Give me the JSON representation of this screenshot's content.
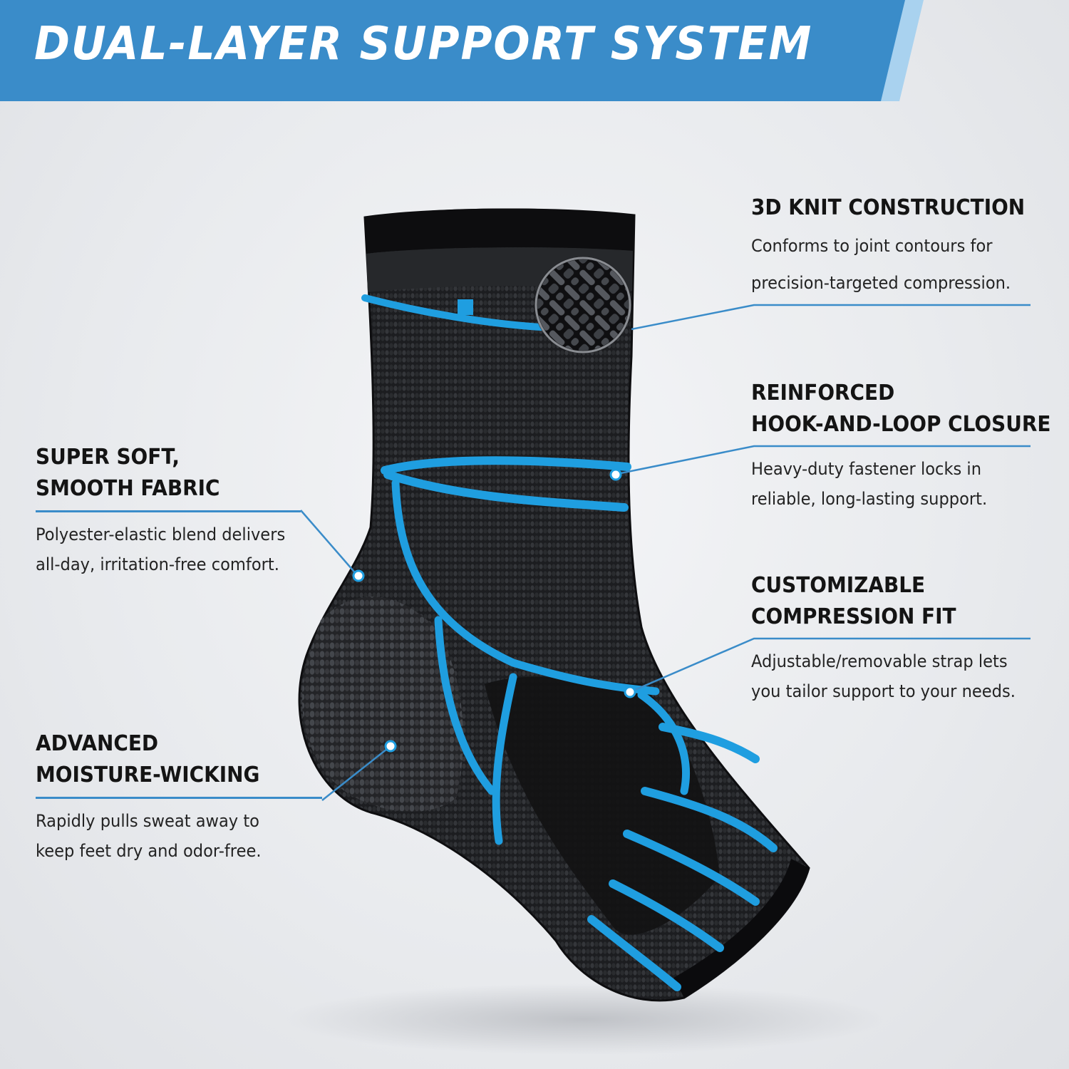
{
  "banner": {
    "title": "DUAL-LAYER SUPPORT SYSTEM",
    "color": "#3a8cc9",
    "accent_color": "#a9d2ef"
  },
  "features": {
    "soft_fabric": {
      "title_line1": "SUPER SOFT,",
      "title_line2": "SMOOTH FABRIC",
      "desc_line1": "Polyester-elastic blend delivers",
      "desc_line2": "all-day, irritation-free comfort."
    },
    "moisture": {
      "title_line1": "ADVANCED",
      "title_line2": "MOISTURE-WICKING",
      "desc_line1": "Rapidly pulls sweat away to",
      "desc_line2": "keep feet dry and odor-free."
    },
    "knit": {
      "title": "3D KNIT CONSTRUCTION",
      "desc_line1": "Conforms to joint contours for",
      "desc_line2": "precision-targeted compression."
    },
    "closure": {
      "title_line1": "REINFORCED",
      "title_line2": "HOOK-AND-LOOP CLOSURE",
      "desc_line1": "Heavy-duty fastener locks in",
      "desc_line2": "reliable, long-lasting support."
    },
    "compression": {
      "title_line1": "CUSTOMIZABLE",
      "title_line2": "COMPRESSION FIT",
      "desc_line1": "Adjustable/removable strap lets",
      "desc_line2": "you tailor support to your needs."
    }
  },
  "product": {
    "sleeve_color": "#1b1c1e",
    "knit_color": "#3a3c40",
    "stripe_color": "#1f9ee0"
  }
}
